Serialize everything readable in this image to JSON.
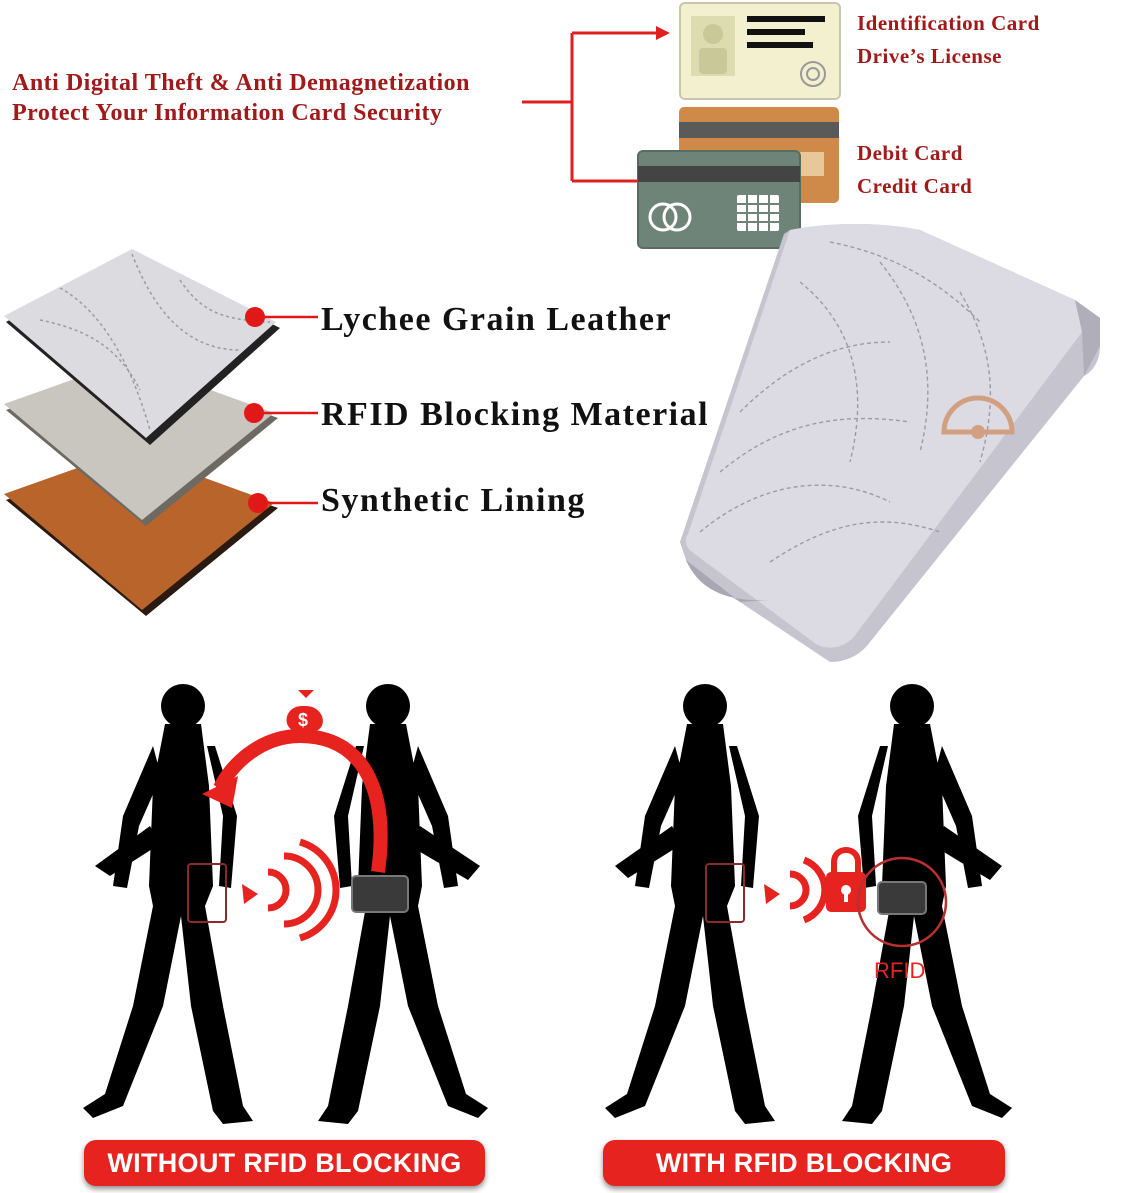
{
  "headline": {
    "line1": "Anti Digital Theft & Anti Demagnetization",
    "line2": "Protect Your Information Card Security"
  },
  "card_groups": [
    {
      "line1": "Identification Card",
      "line2": "Drive’s License"
    },
    {
      "line1": "Debit Card",
      "line2": "Credit Card"
    }
  ],
  "layers": [
    {
      "label": "Lychee Grain Leather"
    },
    {
      "label": "RFID Blocking Material"
    },
    {
      "label": "Synthetic Lining"
    }
  ],
  "rfid_tag": "RFID",
  "banners": {
    "without": "WITHOUT RFID BLOCKING",
    "with": "WITH RFID BLOCKING"
  },
  "colors": {
    "accent_red": "#e6231f",
    "label_red": "#a01a1a",
    "leather_grey": "#d9d9dd",
    "rfid_material": "#c9c6c0",
    "lining_brown": "#b8642b",
    "id_card": "#f3f0cf",
    "credit_card_green": "#6f8478",
    "debit_card_orange": "#cf8a4a"
  },
  "icons": [
    "money-bag-icon",
    "lock-icon",
    "rfid-reader-icon",
    "wallet-icon",
    "radio-waves-icon"
  ]
}
